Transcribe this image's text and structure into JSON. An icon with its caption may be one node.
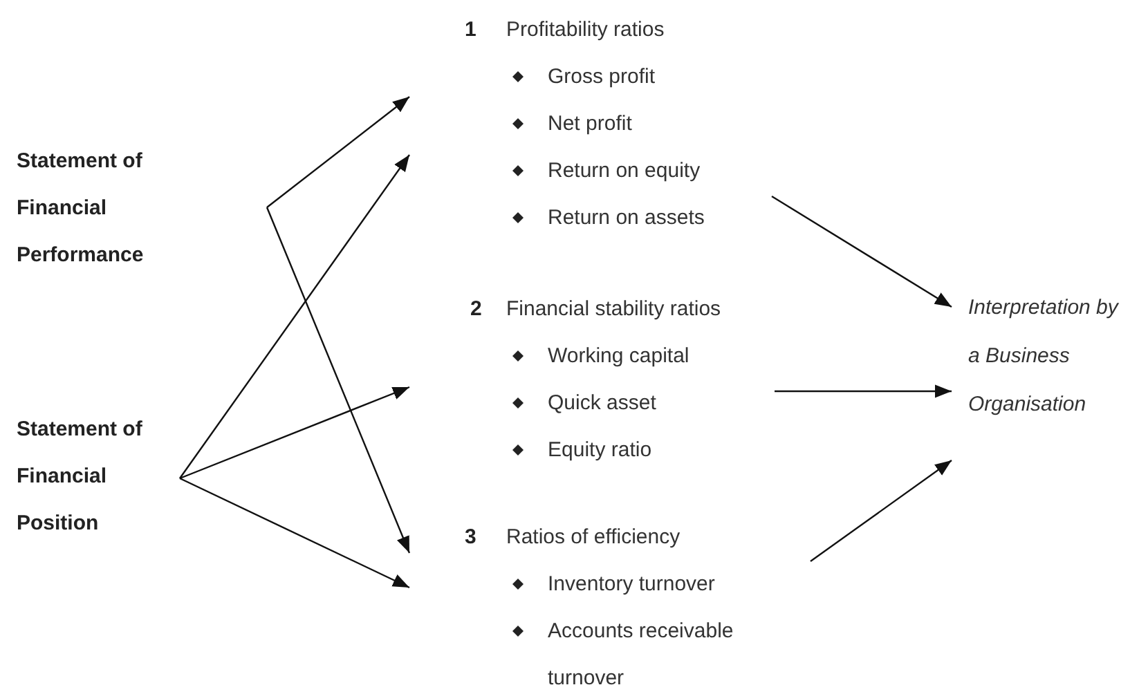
{
  "diagram": {
    "nodes": [
      {
        "text": [
          "Statement of Financial Performance"
        ]
      },
      {
        "text": [
          "Statement of Financial Position"
        ]
      },
      {
        "text": [
          "1",
          "Profitability ratios",
          "Gross profit",
          "Net profit",
          "Return on equity",
          "Return on assets"
        ]
      },
      {
        "text": [
          "2",
          "Financial stability ratios",
          "Working capital",
          "Quick asset",
          "Equity ratio"
        ]
      },
      {
        "text": [
          "3",
          "Ratios of efficiency",
          "Inventory turnover",
          "Accounts receivable turnover"
        ]
      },
      {
        "text": [
          "Interpretation by a Business Organisation"
        ]
      }
    ],
    "edges": [
      {
        "from": null,
        "to": 2,
        "arrow": "to"
      },
      {
        "from": null,
        "to": 4,
        "arrow": "to"
      },
      {
        "from": 1,
        "to": 2,
        "arrow": "to"
      },
      {
        "from": 1,
        "to": 3,
        "arrow": "to"
      },
      {
        "from": 1,
        "to": 4,
        "arrow": "to"
      },
      {
        "from": 2,
        "to": 5,
        "arrow": "to"
      },
      {
        "from": 3,
        "to": 5,
        "arrow": "to"
      },
      {
        "from": 4,
        "to": 5,
        "arrow": "to"
      }
    ]
  }
}
